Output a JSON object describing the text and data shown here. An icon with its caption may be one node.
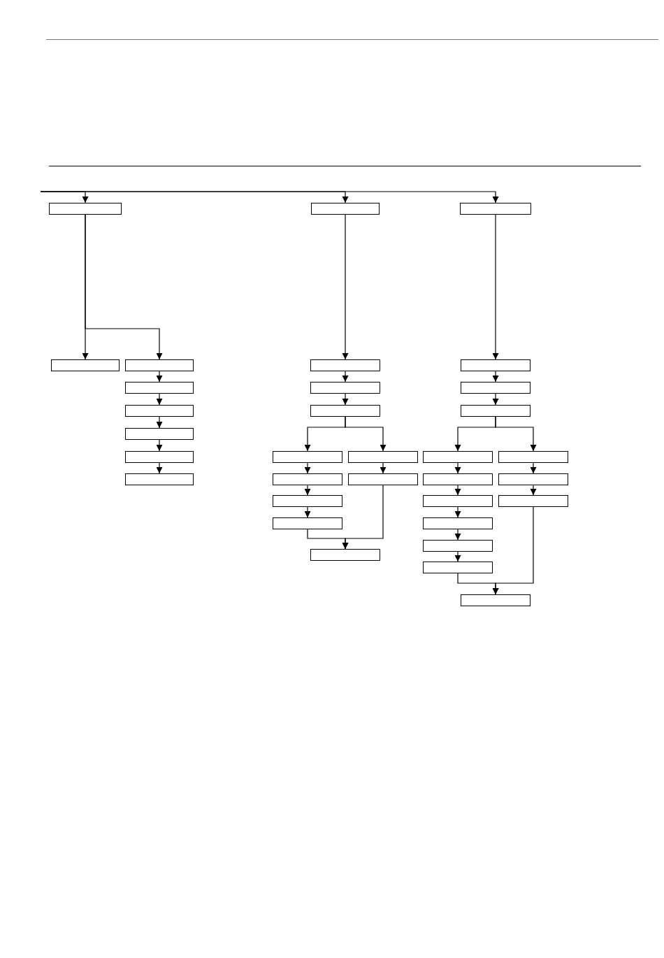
{
  "diagram": {
    "nodes": [
      {
        "text": [],
        "shape": "box"
      },
      {
        "text": [],
        "shape": "box"
      },
      {
        "text": [],
        "shape": "box"
      },
      {
        "text": [],
        "shape": "box"
      },
      {
        "text": [],
        "shape": "box"
      },
      {
        "text": [],
        "shape": "box"
      },
      {
        "text": [],
        "shape": "box"
      },
      {
        "text": [],
        "shape": "box"
      },
      {
        "text": [],
        "shape": "box"
      },
      {
        "text": [],
        "shape": "box"
      },
      {
        "text": [],
        "shape": "box"
      },
      {
        "text": [],
        "shape": "box"
      },
      {
        "text": [],
        "shape": "box"
      },
      {
        "text": [],
        "shape": "box"
      },
      {
        "text": [],
        "shape": "box"
      },
      {
        "text": [],
        "shape": "box"
      },
      {
        "text": [],
        "shape": "box"
      },
      {
        "text": [],
        "shape": "box"
      },
      {
        "text": [],
        "shape": "box"
      },
      {
        "text": [],
        "shape": "box"
      },
      {
        "text": [],
        "shape": "box"
      },
      {
        "text": [],
        "shape": "box"
      },
      {
        "text": [],
        "shape": "box"
      },
      {
        "text": [],
        "shape": "box"
      },
      {
        "text": [],
        "shape": "box"
      },
      {
        "text": [],
        "shape": "box"
      },
      {
        "text": [],
        "shape": "box"
      },
      {
        "text": [],
        "shape": "box"
      },
      {
        "text": [],
        "shape": "box"
      },
      {
        "text": [],
        "shape": "box"
      },
      {
        "text": [],
        "shape": "box"
      },
      {
        "text": [],
        "shape": "box"
      },
      {
        "text": [],
        "shape": "box"
      }
    ],
    "edges": [
      {
        "from": null,
        "to": 0,
        "arrow": "to"
      },
      {
        "from": null,
        "to": 1,
        "arrow": "to"
      },
      {
        "from": null,
        "to": 2,
        "arrow": "to"
      },
      {
        "from": 0,
        "to": 3,
        "arrow": "to"
      },
      {
        "from": 0,
        "to": 4,
        "arrow": "to"
      },
      {
        "from": 4,
        "to": 5,
        "arrow": "to"
      },
      {
        "from": 5,
        "to": 6,
        "arrow": "to"
      },
      {
        "from": 6,
        "to": 7,
        "arrow": "to"
      },
      {
        "from": 7,
        "to": 8,
        "arrow": "to"
      },
      {
        "from": 8,
        "to": 9,
        "arrow": "to"
      },
      {
        "from": 1,
        "to": 10,
        "arrow": "to"
      },
      {
        "from": 10,
        "to": 11,
        "arrow": "to"
      },
      {
        "from": 11,
        "to": 12,
        "arrow": "to"
      },
      {
        "from": 12,
        "to": 13,
        "arrow": "to"
      },
      {
        "from": 12,
        "to": 14,
        "arrow": "to"
      },
      {
        "from": 13,
        "to": 15,
        "arrow": "to"
      },
      {
        "from": 15,
        "to": 17,
        "arrow": "to"
      },
      {
        "from": 17,
        "to": 18,
        "arrow": "to"
      },
      {
        "from": 14,
        "to": 16,
        "arrow": "to"
      },
      {
        "from": 18,
        "to": 19,
        "arrow": "to"
      },
      {
        "from": 16,
        "to": 19,
        "arrow": "to"
      },
      {
        "from": 2,
        "to": 20,
        "arrow": "to"
      },
      {
        "from": 20,
        "to": 21,
        "arrow": "to"
      },
      {
        "from": 21,
        "to": 22,
        "arrow": "to"
      },
      {
        "from": 22,
        "to": 23,
        "arrow": "to"
      },
      {
        "from": 22,
        "to": 24,
        "arrow": "to"
      },
      {
        "from": 23,
        "to": 25,
        "arrow": "to"
      },
      {
        "from": 25,
        "to": 27,
        "arrow": "to"
      },
      {
        "from": 27,
        "to": 29,
        "arrow": "to"
      },
      {
        "from": 29,
        "to": 30,
        "arrow": "to"
      },
      {
        "from": 30,
        "to": 31,
        "arrow": "to"
      },
      {
        "from": 24,
        "to": 26,
        "arrow": "to"
      },
      {
        "from": 26,
        "to": 28,
        "arrow": "to"
      },
      {
        "from": 31,
        "to": 32,
        "arrow": "to"
      },
      {
        "from": 28,
        "to": 32,
        "arrow": "to"
      }
    ]
  }
}
